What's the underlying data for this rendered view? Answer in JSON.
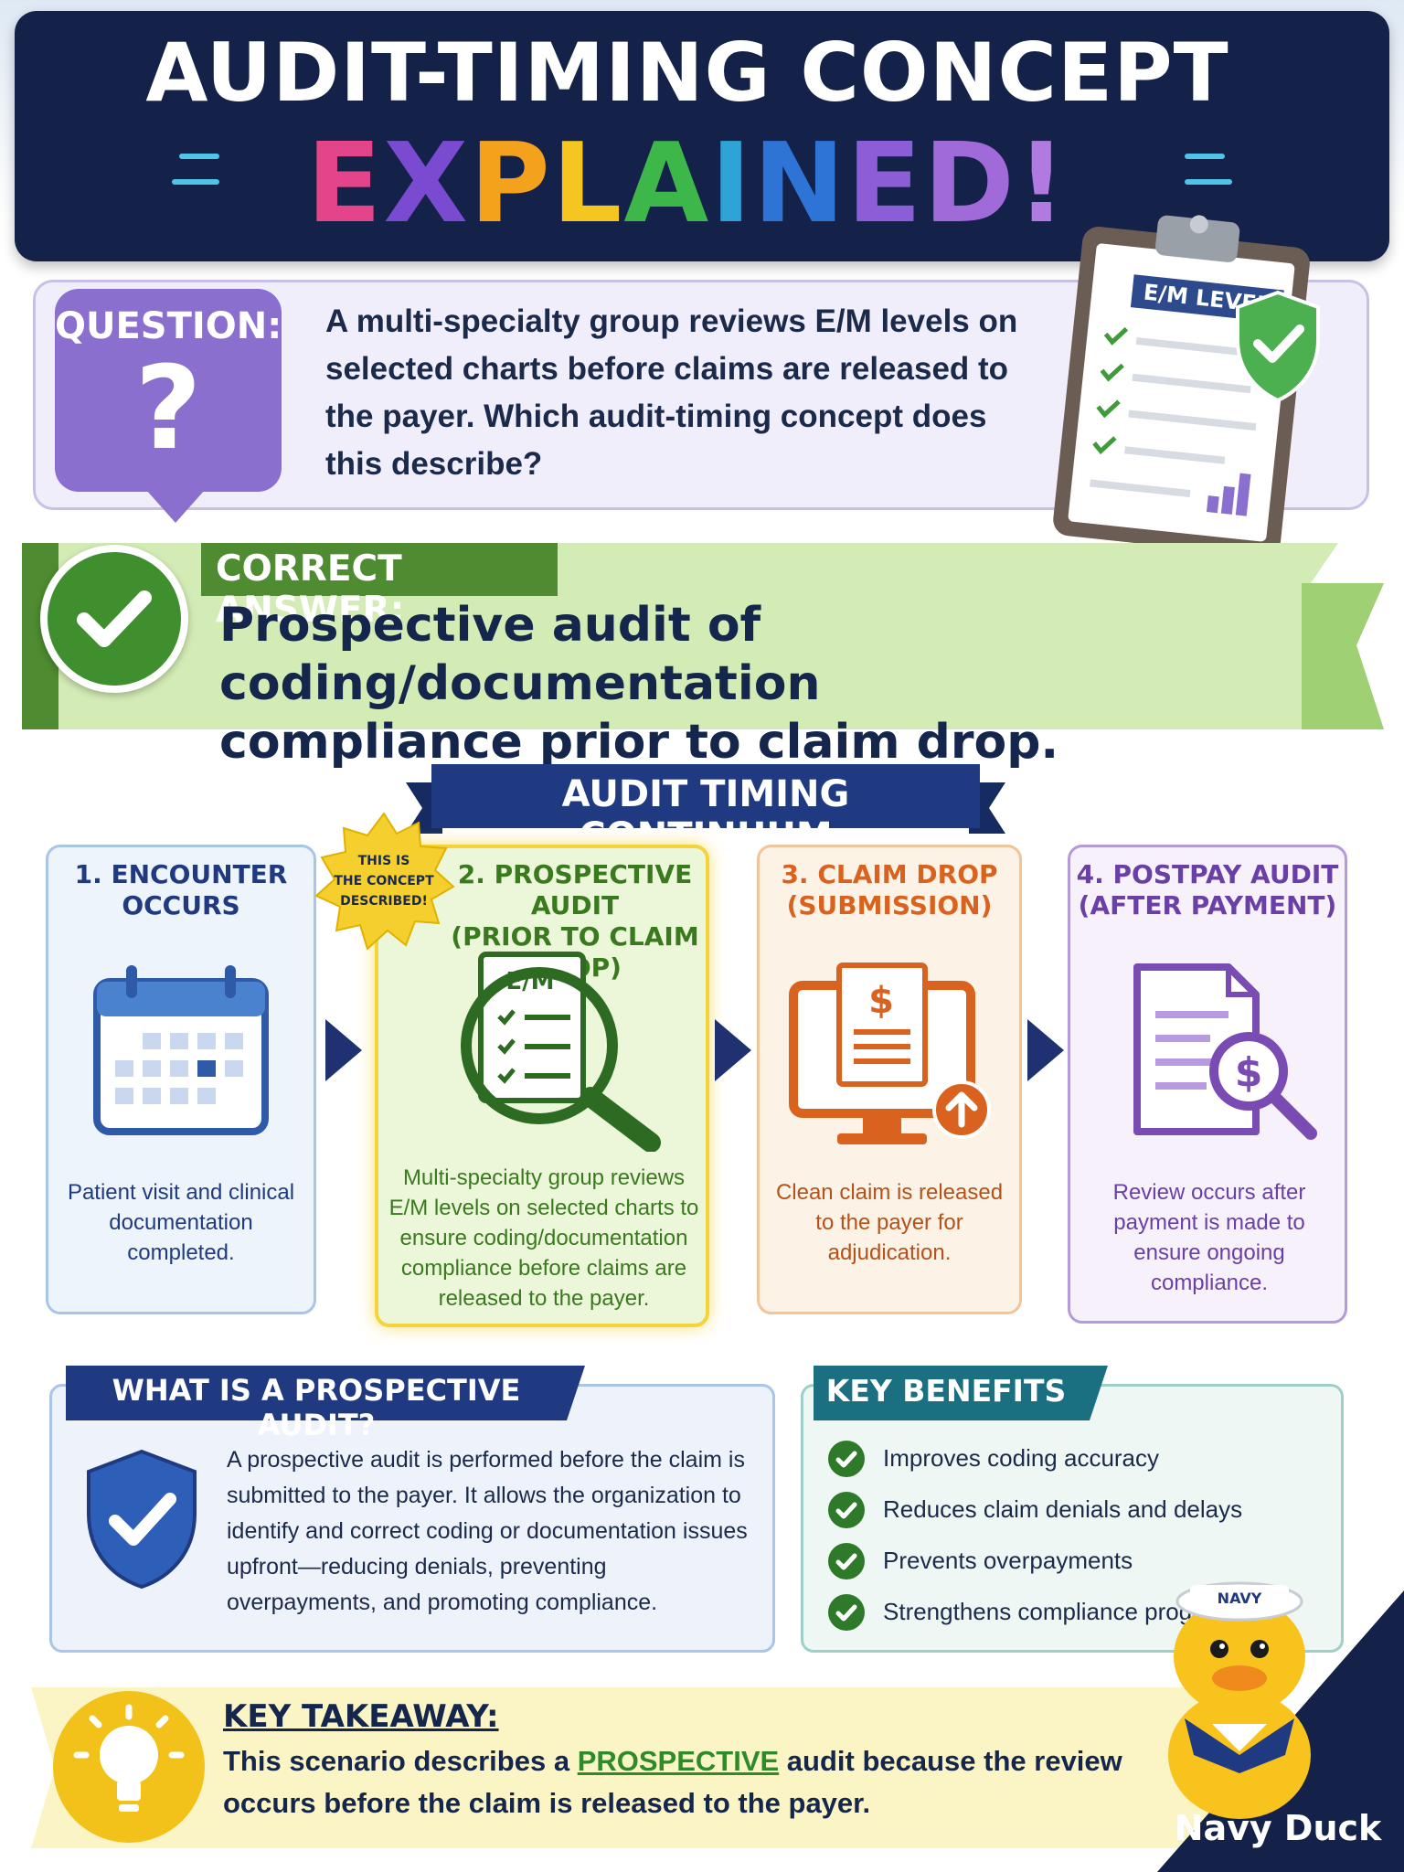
{
  "header": {
    "title": "AUDIT-TIMING CONCEPT",
    "subtitle_letters": [
      "E",
      "X",
      "P",
      "L",
      "A",
      "I",
      "N",
      "E",
      "D",
      "!"
    ],
    "subtitle_colors": [
      "#e4458a",
      "#7a4bd1",
      "#f4a21c",
      "#f4c61f",
      "#3db64a",
      "#2fa3d8",
      "#2e74d6",
      "#8b5dd6",
      "#a06ad8",
      "#b07ae0"
    ]
  },
  "question": {
    "label": "QUESTION:",
    "mark": "?",
    "text": "A multi-specialty group reviews E/M levels on selected charts before claims are released to the payer. Which audit-timing concept does this describe?"
  },
  "clipboard": {
    "label": "E/M LEVEL"
  },
  "answer": {
    "label": "CORRECT ANSWER:",
    "text_line1": "Prospective audit of coding/documentation",
    "text_line2": "compliance prior to claim drop."
  },
  "continuum": {
    "title": "AUDIT TIMING CONTINUUM",
    "starburst": [
      "THIS IS",
      "THE CONCEPT",
      "DESCRIBED!"
    ],
    "steps": [
      {
        "title_line1": "1. ENCOUNTER",
        "title_line2": "OCCURS",
        "icon": "calendar-icon",
        "text": "Patient visit and clinical documentation completed."
      },
      {
        "title_line1": "2. PROSPECTIVE AUDIT",
        "title_line2": "(PRIOR TO CLAIM DROP)",
        "icon": "magnifier-document-icon",
        "icon_label": "E/M",
        "text": "Multi-specialty group reviews E/M levels on selected charts to ensure coding/documentation compliance before claims are released to the payer."
      },
      {
        "title_line1": "3. CLAIM DROP",
        "title_line2": "(SUBMISSION)",
        "icon": "monitor-claim-icon",
        "icon_label": "$",
        "text": "Clean claim is released to the payer for adjudication."
      },
      {
        "title_line1": "4. POSTPAY AUDIT",
        "title_line2": "(AFTER PAYMENT)",
        "icon": "document-dollar-magnifier-icon",
        "icon_label": "$",
        "text": "Review occurs after payment is made to ensure ongoing compliance."
      }
    ]
  },
  "what_is": {
    "heading": "WHAT IS A PROSPECTIVE AUDIT?",
    "text": "A prospective audit is performed before the claim is submitted to the payer. It allows the organization to identify and correct coding or documentation issues upfront—reducing denials, preventing overpayments, and promoting compliance."
  },
  "benefits": {
    "heading": "KEY BENEFITS",
    "items": [
      "Improves coding accuracy",
      "Reduces claim denials and delays",
      "Prevents overpayments",
      "Strengthens compliance program"
    ]
  },
  "takeaway": {
    "label": "KEY TAKEAWAY:",
    "text_before": "This scenario describes a ",
    "highlight": "PROSPECTIVE",
    "text_after": " audit because the review occurs before the claim is released to the payer."
  },
  "mascot": {
    "hat_text": "NAVY",
    "name": "Navy Duck"
  },
  "colors": {
    "navy": "#14224a",
    "purple": "#8a6fcf",
    "green": "#3f8f2e",
    "orange": "#d9631e",
    "violet": "#7a4bb3",
    "yellow": "#f2c21b"
  }
}
